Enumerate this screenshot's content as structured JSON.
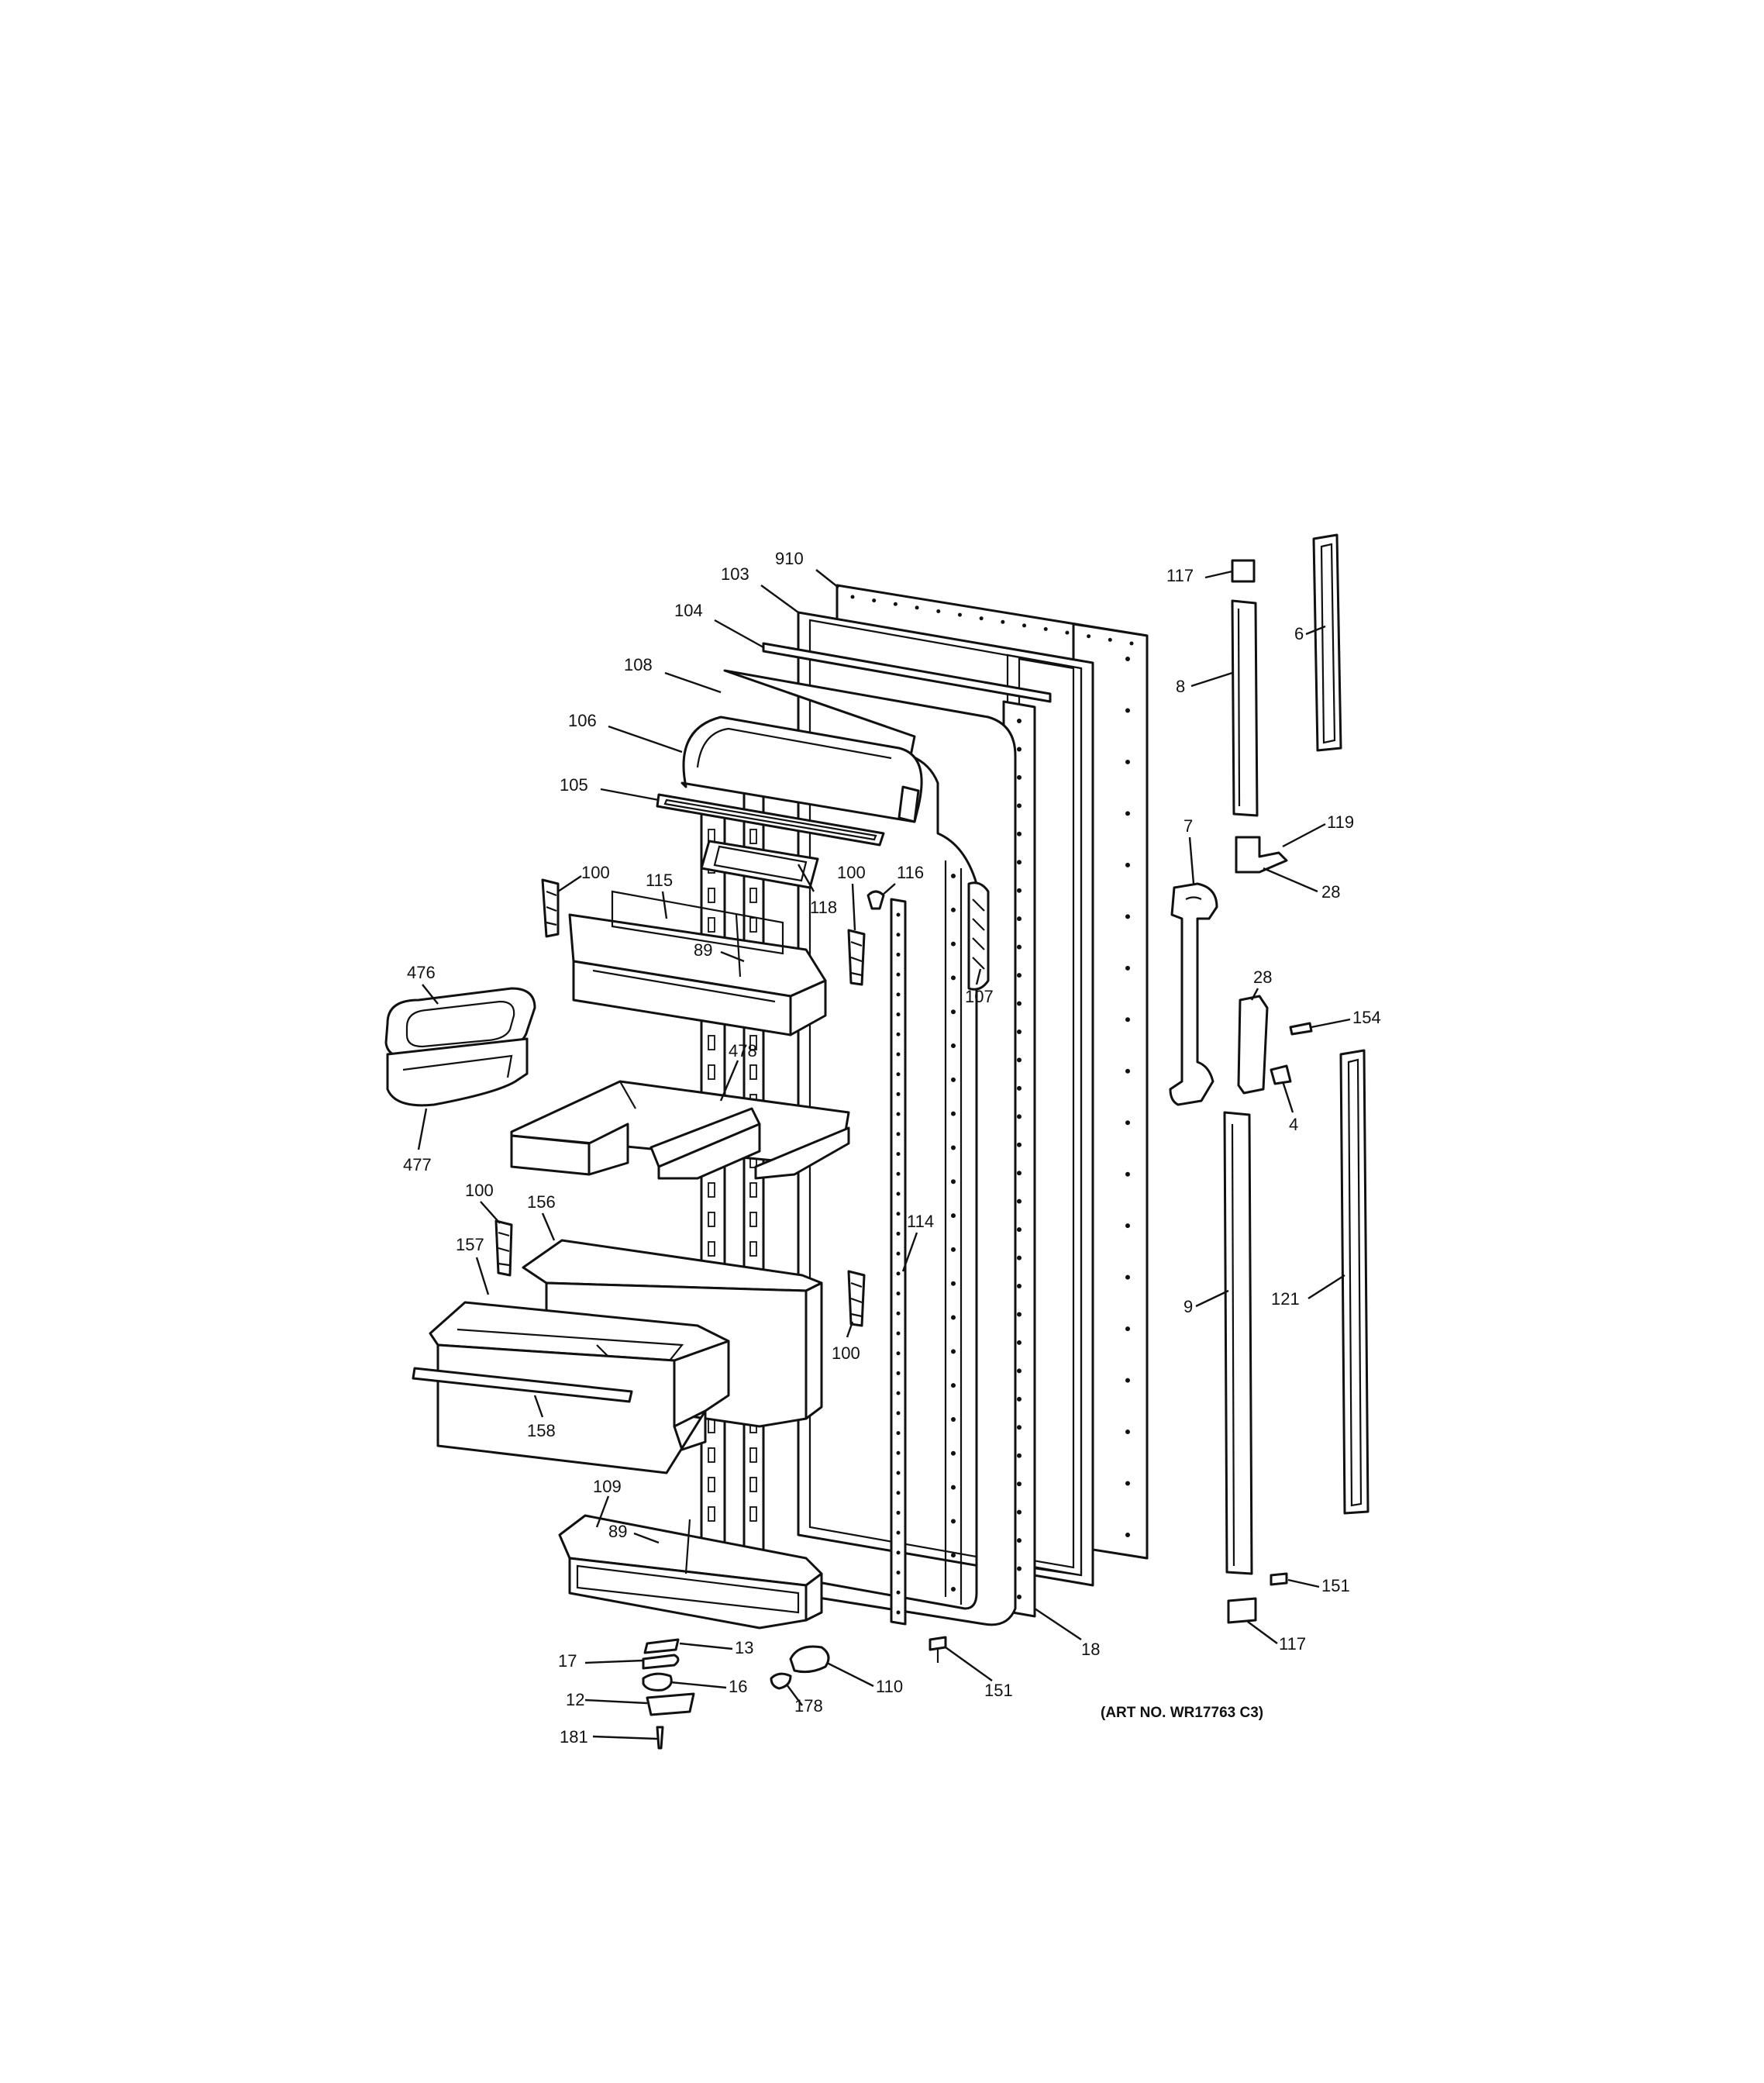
{
  "callouts": [
    {
      "id": "910",
      "text": "910"
    },
    {
      "id": "103",
      "text": "103"
    },
    {
      "id": "104",
      "text": "104"
    },
    {
      "id": "108",
      "text": "108"
    },
    {
      "id": "106",
      "text": "106"
    },
    {
      "id": "105",
      "text": "105"
    },
    {
      "id": "100a",
      "text": "100"
    },
    {
      "id": "115",
      "text": "115"
    },
    {
      "id": "118",
      "text": "118"
    },
    {
      "id": "100b",
      "text": "100"
    },
    {
      "id": "116",
      "text": "116"
    },
    {
      "id": "89a",
      "text": "89"
    },
    {
      "id": "476",
      "text": "476"
    },
    {
      "id": "478",
      "text": "478"
    },
    {
      "id": "107",
      "text": "107"
    },
    {
      "id": "477",
      "text": "477"
    },
    {
      "id": "100c",
      "text": "100"
    },
    {
      "id": "156",
      "text": "156"
    },
    {
      "id": "157",
      "text": "157"
    },
    {
      "id": "114",
      "text": "114"
    },
    {
      "id": "100d",
      "text": "100"
    },
    {
      "id": "158",
      "text": "158"
    },
    {
      "id": "109",
      "text": "109"
    },
    {
      "id": "89b",
      "text": "89"
    },
    {
      "id": "13",
      "text": "13"
    },
    {
      "id": "17",
      "text": "17"
    },
    {
      "id": "16",
      "text": "16"
    },
    {
      "id": "12",
      "text": "12"
    },
    {
      "id": "181",
      "text": "181"
    },
    {
      "id": "110",
      "text": "110"
    },
    {
      "id": "178",
      "text": "178"
    },
    {
      "id": "151a",
      "text": "151"
    },
    {
      "id": "18",
      "text": "18"
    },
    {
      "id": "117a",
      "text": "117"
    },
    {
      "id": "6",
      "text": "6"
    },
    {
      "id": "8",
      "text": "8"
    },
    {
      "id": "119",
      "text": "119"
    },
    {
      "id": "28a",
      "text": "28"
    },
    {
      "id": "7",
      "text": "7"
    },
    {
      "id": "28b",
      "text": "28"
    },
    {
      "id": "154",
      "text": "154"
    },
    {
      "id": "4",
      "text": "4"
    },
    {
      "id": "9",
      "text": "9"
    },
    {
      "id": "121",
      "text": "121"
    },
    {
      "id": "151b",
      "text": "151"
    },
    {
      "id": "117b",
      "text": "117"
    }
  ],
  "art_number": "(ART NO. WR17763 C3)"
}
